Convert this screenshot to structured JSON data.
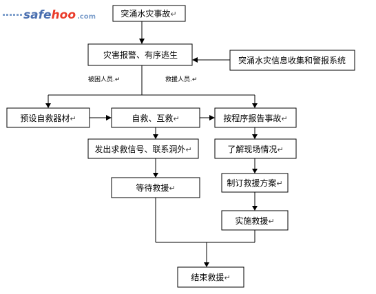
{
  "logo": {
    "text_safe": "safe",
    "text_hoo": "hoo",
    "text_tld": ".com",
    "colors": {
      "safe": "#4a6fb0",
      "hoo": "#ea3b2a",
      "tld": "#7fa0cc"
    }
  },
  "nodes": {
    "flood": "突涌水灾事故",
    "alarm": "灾害报警、有序逃生",
    "info_system": "突涌水灾信息收集和警报系统",
    "preset": "预设自救器材",
    "self_rescue": "自救、互救",
    "report": "按程序报告事故",
    "signal": "发出求救信号、联系洞外",
    "understand": "了解现场情况",
    "wait": "等待救援",
    "plan": "制订救援方案",
    "implement": "实施救援",
    "end": "结束救援"
  },
  "edge_labels": {
    "trapped": "被困人员",
    "rescuers": "救援人员"
  },
  "paragraph_mark": "↵",
  "small_mark": ".↵"
}
